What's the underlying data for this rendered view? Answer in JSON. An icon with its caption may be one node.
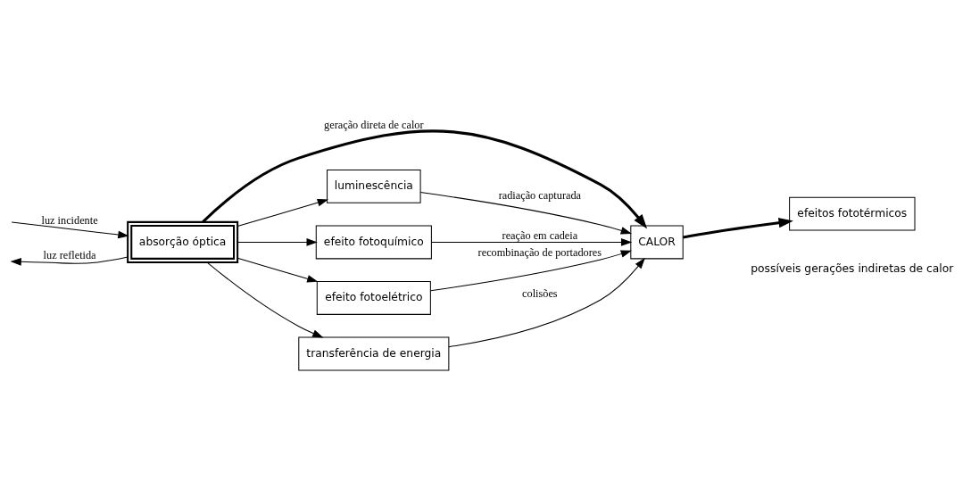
{
  "diagram": {
    "nodes": [
      {
        "text": [
          "absorção óptica"
        ]
      },
      {
        "text": [
          "CALOR"
        ]
      },
      {
        "text": [
          "efeitos fototérmicos"
        ]
      },
      {
        "text": [
          "luminescência"
        ]
      },
      {
        "text": [
          "efeito fotoquímico"
        ]
      },
      {
        "text": [
          "efeito fotoelétrico"
        ]
      },
      {
        "text": [
          "transferência de energia"
        ]
      }
    ],
    "edges": [
      {
        "from": null,
        "to": 0,
        "arrow": "to",
        "label": "luz incidente"
      },
      {
        "from": 0,
        "to": null,
        "arrow": "to",
        "label": "luz refletida"
      },
      {
        "from": 0,
        "to": 1,
        "arrow": "to",
        "label": "geração direta de calor",
        "style": "thick"
      },
      {
        "from": 1,
        "to": 2,
        "arrow": "to",
        "style": "thick"
      },
      {
        "from": 0,
        "to": 3,
        "arrow": "to"
      },
      {
        "from": 0,
        "to": 4,
        "arrow": "to"
      },
      {
        "from": 0,
        "to": 5,
        "arrow": "to"
      },
      {
        "from": 0,
        "to": 6,
        "arrow": "to"
      },
      {
        "from": 3,
        "to": 1,
        "arrow": "to",
        "label": "radiação capturada"
      },
      {
        "from": 4,
        "to": 1,
        "arrow": "to",
        "label": "reação em cadeia"
      },
      {
        "from": 5,
        "to": 1,
        "arrow": "to",
        "label": "recombinação de portadores"
      },
      {
        "from": 6,
        "to": 1,
        "arrow": "to",
        "label": "colisões"
      }
    ],
    "labels": [
      "possíveis gerações indiretas de calor"
    ]
  }
}
